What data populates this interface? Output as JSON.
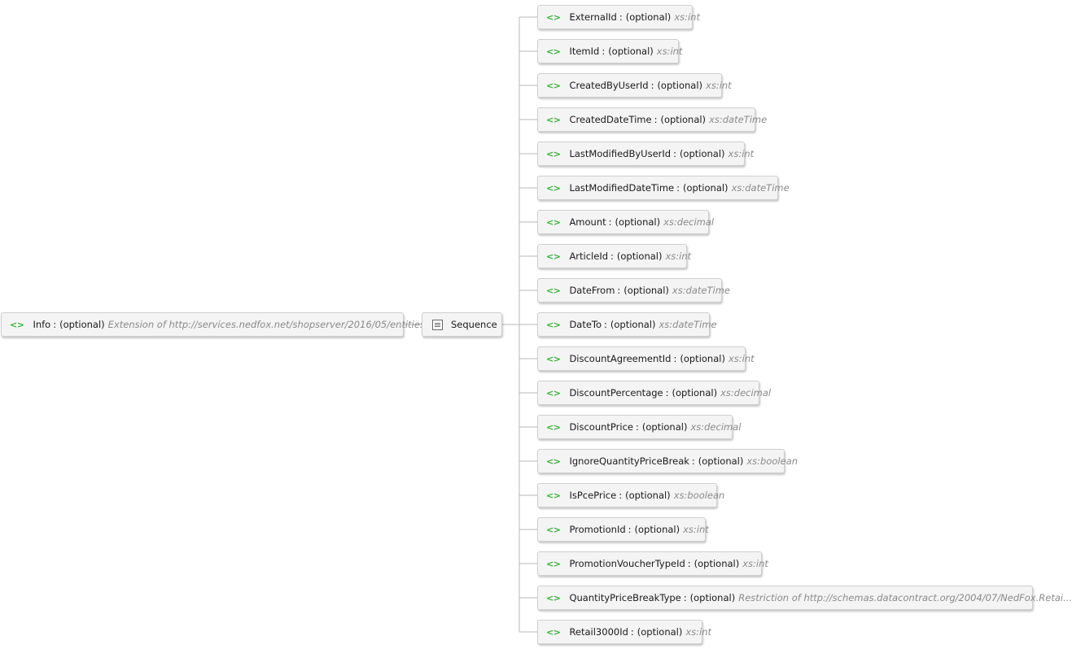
{
  "root": {
    "name": "Info",
    "sep": ":",
    "occurrence": "(optional)",
    "type": "Extension of http://services.nedfox.net/shopserver/2016/05/entities:..."
  },
  "sequence": {
    "label": "Sequence"
  },
  "children": [
    {
      "name": "ExternalId",
      "sep": ":",
      "occurrence": "(optional)",
      "type": "xs:int"
    },
    {
      "name": "ItemId",
      "sep": ":",
      "occurrence": "(optional)",
      "type": "xs:int"
    },
    {
      "name": "CreatedByUserId",
      "sep": ":",
      "occurrence": "(optional)",
      "type": "xs:int"
    },
    {
      "name": "CreatedDateTime",
      "sep": ":",
      "occurrence": "(optional)",
      "type": "xs:dateTime"
    },
    {
      "name": "LastModifiedByUserId",
      "sep": ":",
      "occurrence": "(optional)",
      "type": "xs:int"
    },
    {
      "name": "LastModifiedDateTime",
      "sep": ":",
      "occurrence": "(optional)",
      "type": "xs:dateTime"
    },
    {
      "name": "Amount",
      "sep": ":",
      "occurrence": "(optional)",
      "type": "xs:decimal"
    },
    {
      "name": "ArticleId",
      "sep": ":",
      "occurrence": "(optional)",
      "type": "xs:int"
    },
    {
      "name": "DateFrom",
      "sep": ":",
      "occurrence": "(optional)",
      "type": "xs:dateTime"
    },
    {
      "name": "DateTo",
      "sep": ":",
      "occurrence": "(optional)",
      "type": "xs:dateTime"
    },
    {
      "name": "DiscountAgreementId",
      "sep": ":",
      "occurrence": "(optional)",
      "type": "xs:int"
    },
    {
      "name": "DiscountPercentage",
      "sep": ":",
      "occurrence": "(optional)",
      "type": "xs:decimal"
    },
    {
      "name": "DiscountPrice",
      "sep": ":",
      "occurrence": "(optional)",
      "type": "xs:decimal"
    },
    {
      "name": "IgnoreQuantityPriceBreak",
      "sep": ":",
      "occurrence": "(optional)",
      "type": "xs:boolean"
    },
    {
      "name": "IsPcePrice",
      "sep": ":",
      "occurrence": "(optional)",
      "type": "xs:boolean"
    },
    {
      "name": "PromotionId",
      "sep": ":",
      "occurrence": "(optional)",
      "type": "xs:int"
    },
    {
      "name": "PromotionVoucherTypeId",
      "sep": ":",
      "occurrence": "(optional)",
      "type": "xs:int"
    },
    {
      "name": "QuantityPriceBreakType",
      "sep": ":",
      "occurrence": "(optional)",
      "type": "Restriction of http://schemas.datacontract.org/2004/07/NedFox.Retai..."
    },
    {
      "name": "Retail3000Id",
      "sep": ":",
      "occurrence": "(optional)",
      "type": "xs:int"
    }
  ],
  "icons": {
    "element": "element-icon",
    "sequence": "sequence-icon"
  },
  "colors": {
    "element_icon": "#2fb52f",
    "type_text": "#8a8a8a",
    "connector": "#b8b8b8"
  }
}
